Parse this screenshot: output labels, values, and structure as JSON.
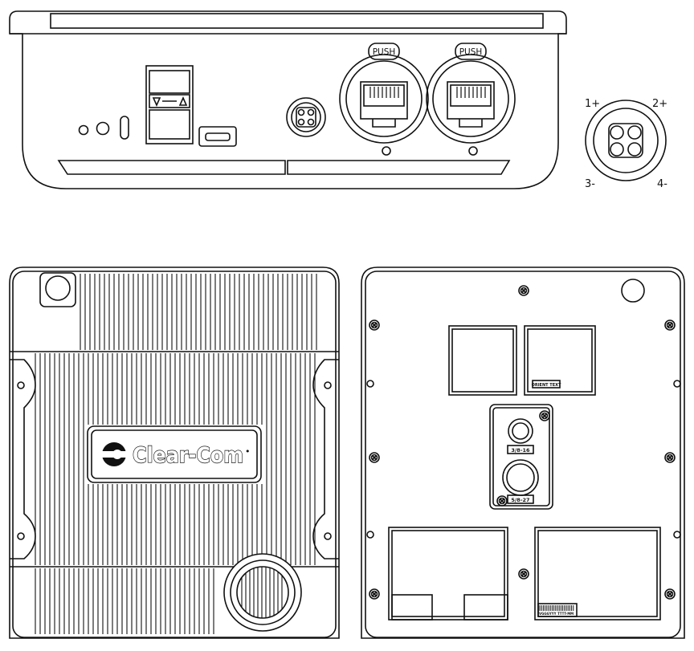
{
  "top_panel": {
    "push_labels": [
      "PUSH",
      "PUSH"
    ],
    "pinout": {
      "pin1": "1+",
      "pin2": "2+",
      "pin3": "3-",
      "pin4": "4-"
    }
  },
  "front_view": {
    "brand_name": "Clear-Com",
    "brand_mark": "•"
  },
  "rear_view": {
    "orient_label": "ORIENT TEXT",
    "thread_small": "3/8-16",
    "thread_large": "5/8-27",
    "barcode_text": "VGGGYYY   TTTT-MM"
  },
  "colors": {
    "line": "#111111",
    "background": "#ffffff"
  },
  "icons": [
    "rj45-jack-icon",
    "xlr4-connector-icon",
    "usb-port-icon",
    "screw-icon",
    "logo-icon"
  ]
}
